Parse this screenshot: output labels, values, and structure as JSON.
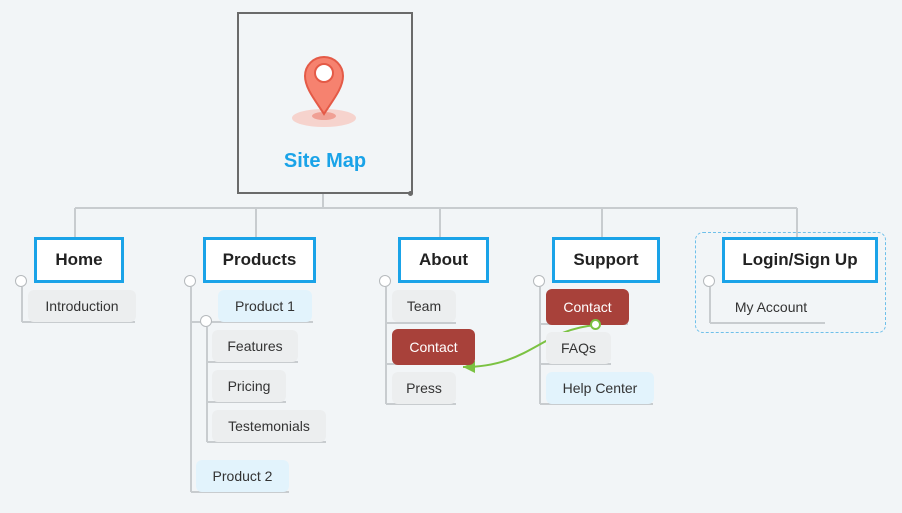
{
  "root": {
    "title": "Site Map",
    "icon": "location-pin-icon"
  },
  "colors": {
    "accent": "#1aa3e8",
    "highlight": "#a8413a",
    "link": "#7bc242",
    "node": "#eceeef",
    "node_light": "#e2f3fc"
  },
  "sections": {
    "home": {
      "label": "Home",
      "items": [
        "Introduction"
      ]
    },
    "products": {
      "label": "Products",
      "product1": {
        "label": "Product 1",
        "items": [
          "Features",
          "Pricing",
          "Testemonials"
        ]
      },
      "product2": {
        "label": "Product 2"
      }
    },
    "about": {
      "label": "About",
      "items": [
        "Team",
        "Contact",
        "Press"
      ]
    },
    "support": {
      "label": "Support",
      "items": [
        "Contact",
        "FAQs",
        "Help Center"
      ]
    },
    "login": {
      "label": "Login/Sign Up",
      "items": [
        "My Account"
      ]
    }
  }
}
